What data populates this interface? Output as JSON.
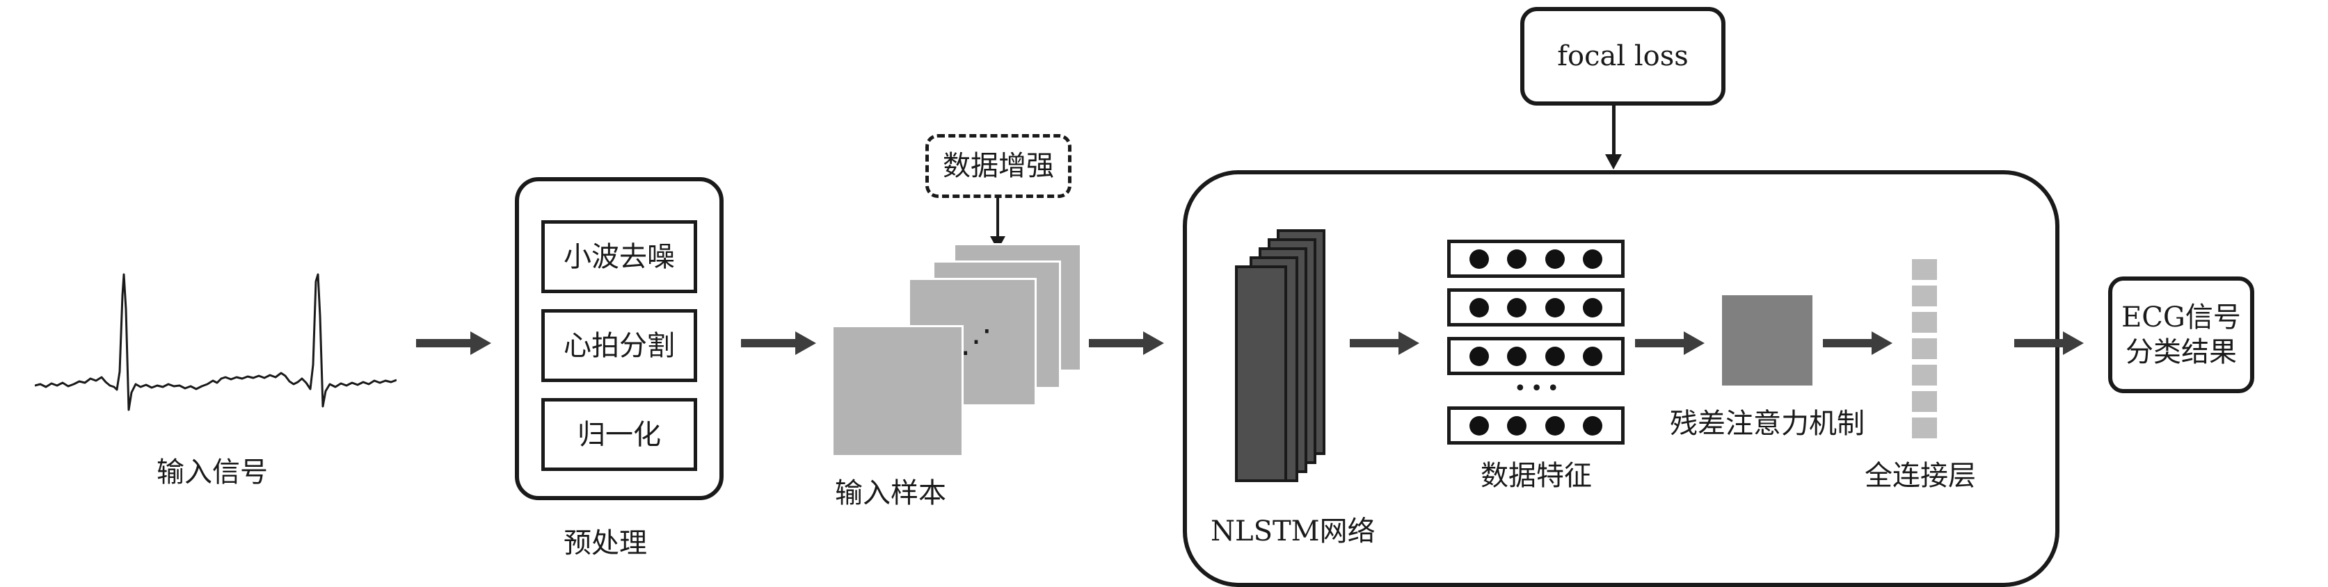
{
  "labels": {
    "input_signal": "输入信号",
    "preprocess": "预处理",
    "input_samples": "输入样本",
    "nlstm": "NLSTM网络",
    "data_features": "数据特征",
    "residual_attention": "残差注意力机制",
    "fc_layer": "全连接层"
  },
  "boxes": {
    "wavelet_denoise": "小波去噪",
    "beat_segmentation": "心拍分割",
    "normalization": "归一化",
    "data_augmentation": "数据增强",
    "focal_loss": "focal loss",
    "result_line1": "ECG信号",
    "result_line2": "分类结果"
  },
  "glyphs": {
    "stack_ellipsis": "⋰",
    "feature_ellipsis": "•••"
  },
  "colors": {
    "stroke": "#1a1a1a",
    "arrow": "#3d3d3d",
    "sample_fill": "#b3b3b3",
    "nlstm_fill": "#4f4f4f",
    "attention_fill": "#808080",
    "fc_fill": "#bdbdbd"
  }
}
